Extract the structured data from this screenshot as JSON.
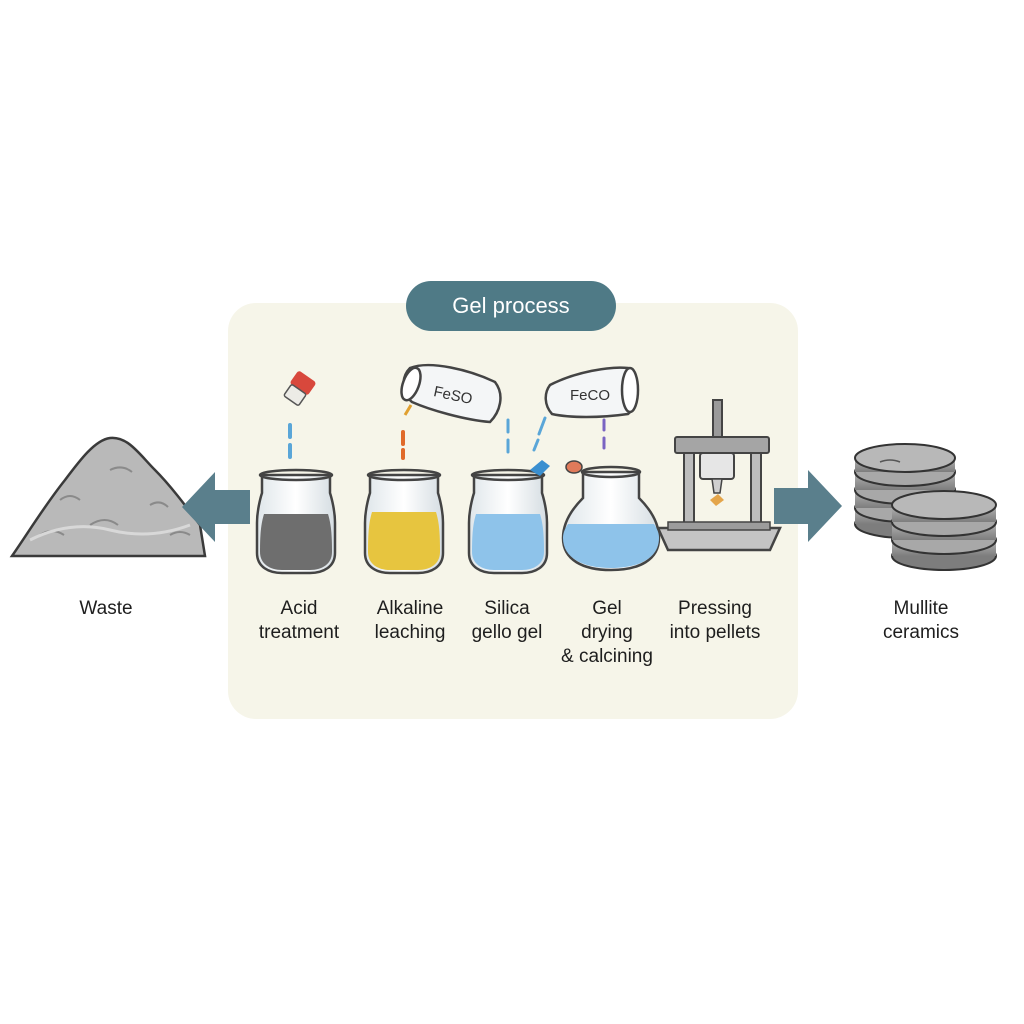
{
  "diagram": {
    "group_title": "Gel process",
    "stages": [
      {
        "id": "waste",
        "label": "Waste"
      },
      {
        "id": "acid",
        "label": "Acid\ntreatment"
      },
      {
        "id": "alkaline",
        "label": "Alkaline\nleaching"
      },
      {
        "id": "silica",
        "label": "Silica\ngello gel"
      },
      {
        "id": "drying",
        "label": "Gel\ndrying\n& calcining"
      },
      {
        "id": "pressing",
        "label": "Pressing\ninto pellets"
      },
      {
        "id": "mullite",
        "label": "Mullite\nceramics"
      }
    ],
    "flask_labels": [
      "FeSO",
      "FeCO"
    ],
    "colors": {
      "panel": "#f6f5e9",
      "pill": "#4f7a86",
      "arrow": "#5a7f8c",
      "acid_liquid": "#6e6e6e",
      "alkaline_liquid": "#e7c53f",
      "gel_liquid": "#8ec3ea",
      "pellet": "#9c9c9c"
    }
  }
}
